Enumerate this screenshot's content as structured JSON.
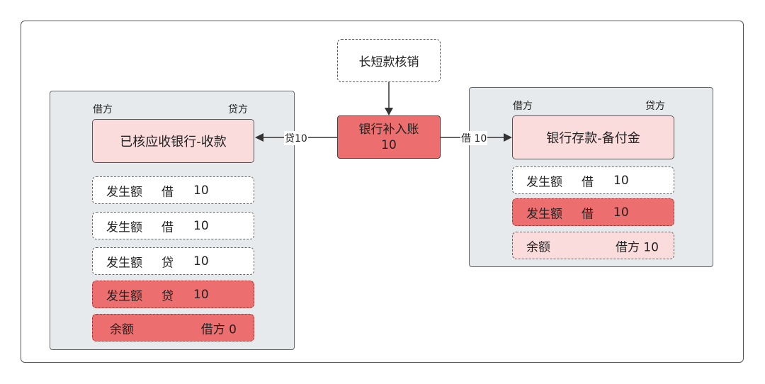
{
  "top_node": {
    "label": "长短款核销"
  },
  "center_node": {
    "title": "银行补入账",
    "amount": "10"
  },
  "edges": {
    "left_label": "贷10",
    "right_label": "借 10"
  },
  "left_account": {
    "debit_side": "借方",
    "credit_side": "贷方",
    "title": "已核应收银行-收款",
    "entries": [
      {
        "name": "发生额",
        "dir": "借",
        "amount": "10"
      },
      {
        "name": "发生额",
        "dir": "借",
        "amount": "10"
      },
      {
        "name": "发生额",
        "dir": "贷",
        "amount": "10"
      },
      {
        "name": "发生额",
        "dir": "贷",
        "amount": "10"
      }
    ],
    "balance": {
      "label": "余额",
      "value": "借方 0"
    }
  },
  "right_account": {
    "debit_side": "借方",
    "credit_side": "贷方",
    "title": "银行存款-备付金",
    "entries": [
      {
        "name": "发生额",
        "dir": "借",
        "amount": "10"
      },
      {
        "name": "发生额",
        "dir": "借",
        "amount": "10"
      }
    ],
    "balance": {
      "label": "余额",
      "value": "借方 10"
    }
  },
  "colors": {
    "highlight": "#ec6e6e",
    "soft": "#fbdcdc",
    "panel": "#e6eaec"
  }
}
